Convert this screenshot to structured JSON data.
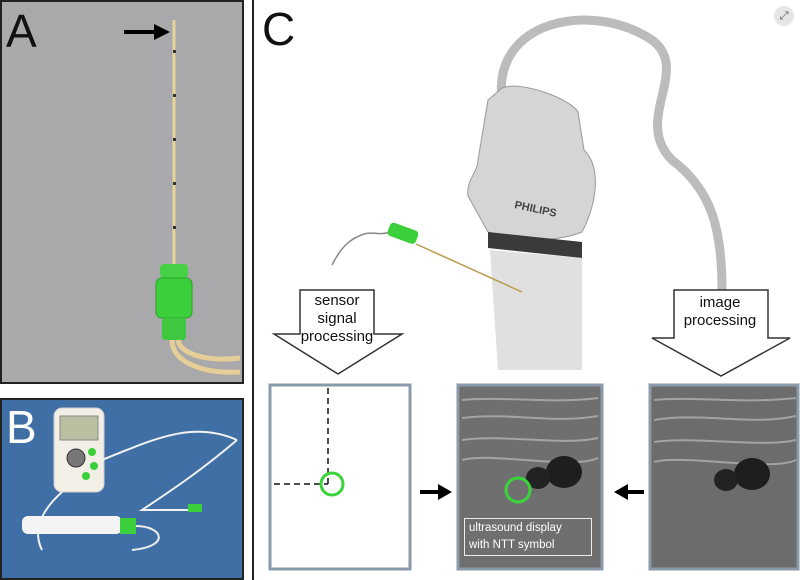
{
  "panels": {
    "a_label": "A",
    "b_label": "B",
    "c_label": "C"
  },
  "probe_brand": "PHILIPS",
  "flow_labels": {
    "sensor": [
      "sensor",
      "signal",
      "processing"
    ],
    "image": [
      "image",
      "processing"
    ]
  },
  "ultrasound_caption": [
    "ultrasound display",
    "with NTT symbol"
  ],
  "colors": {
    "needle_hub": "#3ccf3c",
    "target_circle": "#39d439",
    "panel_a_bg": "#a9a9ab",
    "panel_b_bg": "#3f6fa4",
    "probe_cable": "#bcbcbc"
  },
  "icons": [
    "expand-icon"
  ]
}
